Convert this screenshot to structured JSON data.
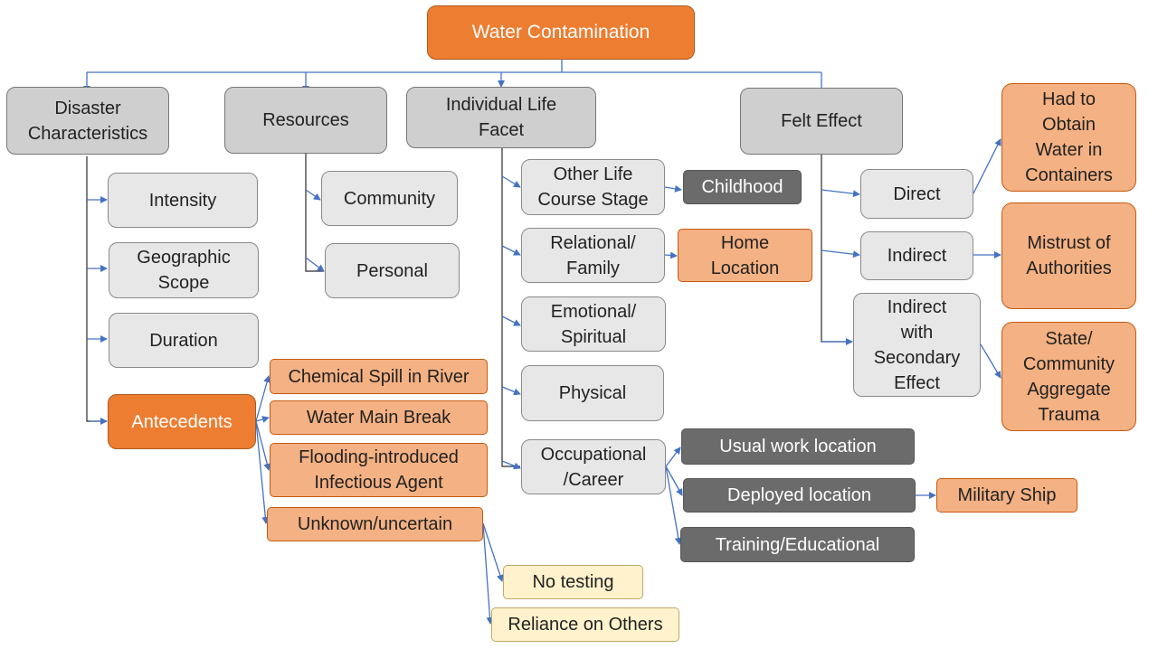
{
  "diagram": {
    "root": "Water Contamination",
    "categories": {
      "disaster_characteristics": "Disaster\nCharacteristics",
      "resources": "Resources",
      "individual_life_facet": "Individual Life\nFacet",
      "felt_effect": "Felt Effect"
    },
    "disaster": {
      "intensity": "Intensity",
      "geographic_scope": "Geographic\nScope",
      "duration": "Duration",
      "antecedents": "Antecedents"
    },
    "antecedents": {
      "chemical_spill": "Chemical Spill in River",
      "water_main_break": "Water Main Break",
      "flooding": "Flooding-introduced\nInfectious Agent",
      "unknown": "Unknown/uncertain",
      "no_testing": "No testing",
      "reliance": "Reliance on Others"
    },
    "resources": {
      "community": "Community",
      "personal": "Personal"
    },
    "life_facet": {
      "other_life_course": "Other Life\nCourse Stage",
      "childhood": "Childhood",
      "relational": "Relational/\nFamily",
      "home_location": "Home\nLocation",
      "emotional": "Emotional/\nSpiritual",
      "physical": "Physical",
      "occupational": "Occupational\n/Career",
      "usual_work": "Usual work location",
      "deployed": "Deployed location",
      "military_ship": "Military Ship",
      "training": "Training/Educational"
    },
    "felt_effect": {
      "direct": "Direct",
      "indirect": "Indirect",
      "indirect_secondary": "Indirect\nwith\nSecondary\nEffect",
      "containers": "Had to\nObtain\nWater in\nContainers",
      "mistrust": "Mistrust of\nAuthorities",
      "aggregate_trauma": "State/\nCommunity\nAggregate\nTrauma"
    },
    "colors": {
      "connector": "#4472c4",
      "root": "#ed7d31",
      "category": "#cfcfcf",
      "subnode": "#e7e7e7",
      "dark": "#6b6b6b",
      "peach": "#f4b183",
      "cream": "#fff2cc"
    }
  }
}
